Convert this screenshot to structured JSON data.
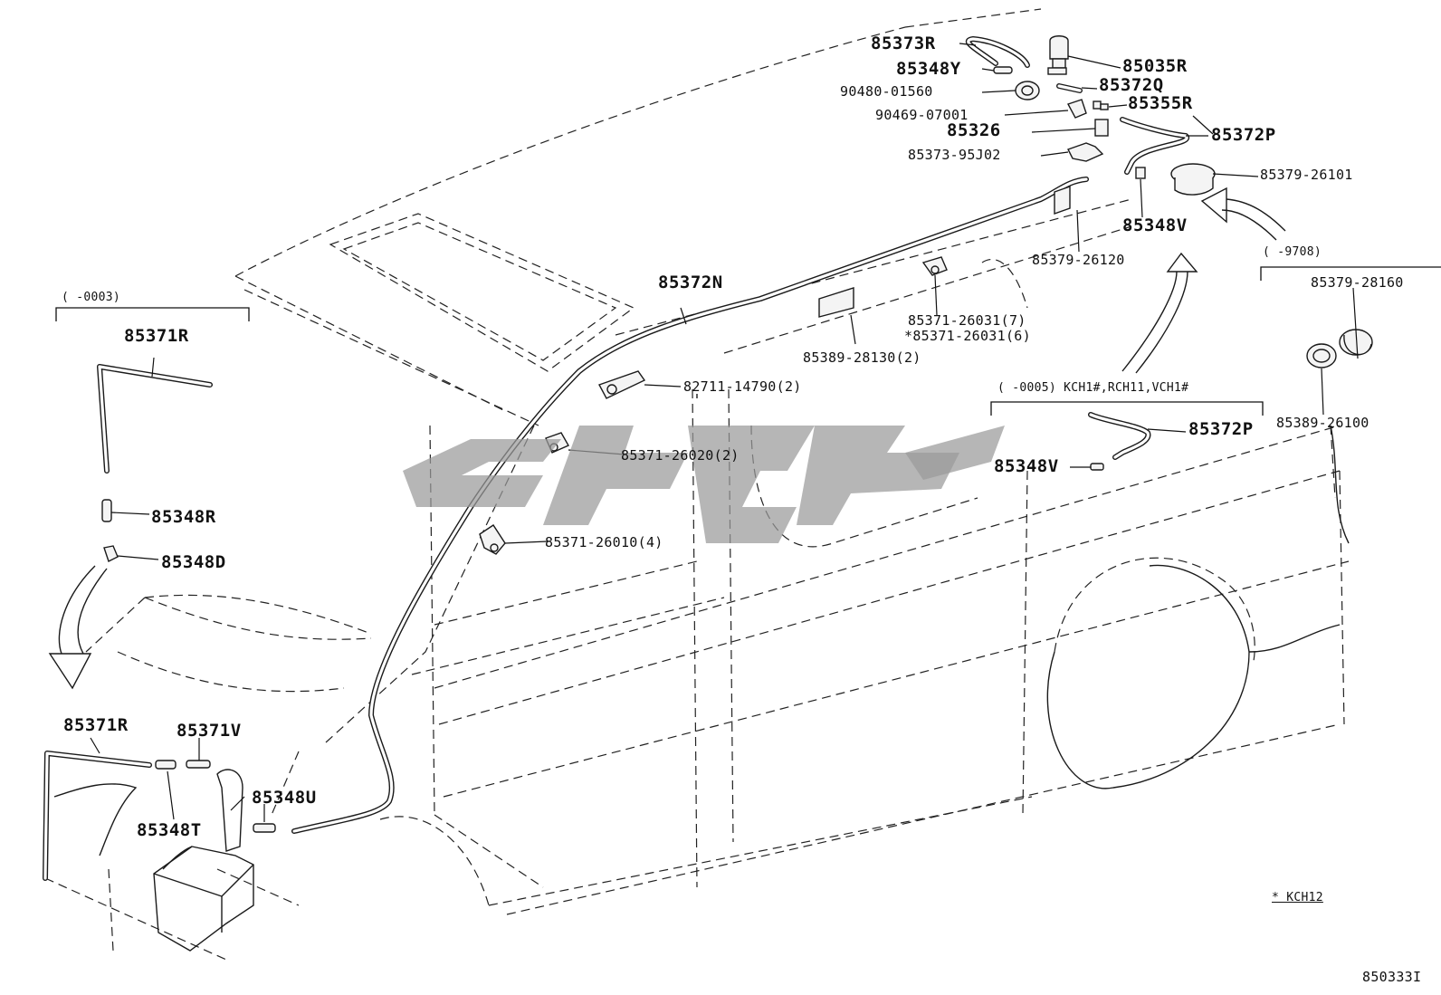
{
  "diagram_id": "850333I",
  "footnote": "* KCH12",
  "group_notes": {
    "left_range": "(      -0003)",
    "right_range": "(      -9708)",
    "mid_range": "(      -0005) KCH1#,RCH11,VCH1#"
  },
  "labels": {
    "p85373R": "85373R",
    "p85348Y": "85348Y",
    "p90480": "90480-01560",
    "p90469": "90469-07001",
    "p85326": "85326",
    "p8537395J02": "85373-95J02",
    "p85035R": "85035R",
    "p85372Q": "85372Q",
    "p85355R": "85355R",
    "p85372P_top": "85372P",
    "p8537926101": "85379-26101",
    "p85348V_top": "85348V",
    "p8537926120": "85379-26120",
    "p8537128160": "85379-28160",
    "p8538926100": "85389-26100",
    "p85372N": "85372N",
    "p8537126031a": "85371-26031(7)",
    "p8537126031b": "*85371-26031(6)",
    "p8538928130": "85389-28130(2)",
    "p8271114790": "82711-14790(2)",
    "p8537126020": "85371-26020(2)",
    "p8537126010": "85371-26010(4)",
    "p85372P_mid": "85372P",
    "p85348V_mid": "85348V",
    "p85371R_top": "85371R",
    "p85348R": "85348R",
    "p85348D": "85348D",
    "p85371R_bottom": "85371R",
    "p85371V": "85371V",
    "p85348U": "85348U",
    "p85348T": "85348T"
  }
}
